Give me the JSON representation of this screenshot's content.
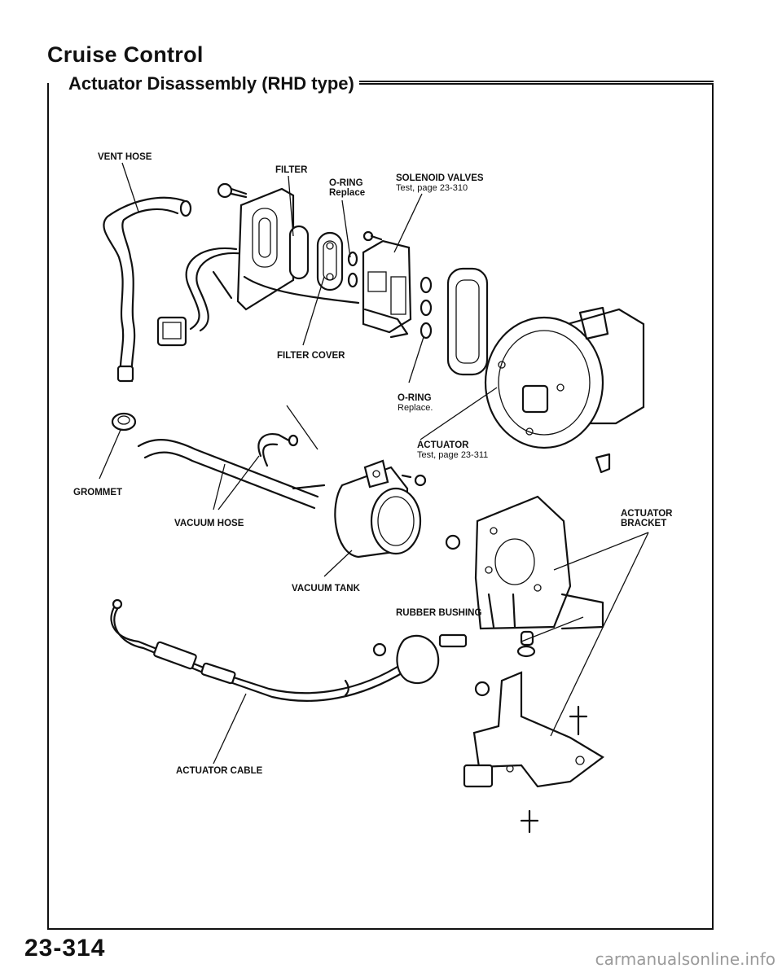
{
  "header": {
    "title": "Cruise Control",
    "subtitle": "Actuator Disassembly (RHD type)"
  },
  "labels": {
    "vent_hose": "VENT HOSE",
    "filter": "FILTER",
    "o_ring_top": "O-RING",
    "o_ring_top_note": "Replace",
    "solenoid_valves": "SOLENOID VALVES",
    "solenoid_valves_note": "Test, page 23-310",
    "filter_cover": "FILTER COVER",
    "o_ring_bottom": "O-RING",
    "o_ring_bottom_note": "Replace.",
    "actuator": "ACTUATOR",
    "actuator_note": "Test, page 23-311",
    "grommet": "GROMMET",
    "vacuum_hose": "VACUUM HOSE",
    "actuator_bracket_1": "ACTUATOR",
    "actuator_bracket_2": "BRACKET",
    "vacuum_tank": "VACUUM TANK",
    "rubber_bushing": "RUBBER BUSHING",
    "actuator_cable": "ACTUATOR CABLE"
  },
  "footer": {
    "page_number": "23-314",
    "watermark": "carmanualsonline.info"
  }
}
